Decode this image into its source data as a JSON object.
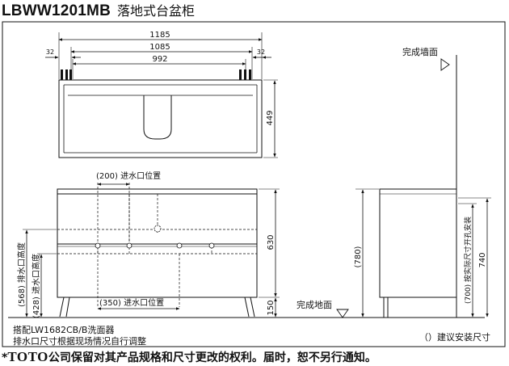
{
  "title": {
    "model": "LBWW1201MB",
    "name": "落地式台盆柜"
  },
  "dims": {
    "total_width": "1185",
    "inner_width": "1085",
    "basin_width": "992",
    "side_left": "32",
    "side_right": "32",
    "depth": "449",
    "height_body": "630",
    "height_leg": "150",
    "height_total": "(780)",
    "inlet_spacing_top": "(200) 进水口位置",
    "inlet_spacing_bottom": "(350) 进水口位置",
    "drain_height": "(568) 排水口高度",
    "inlet_height": "(428) 进水口高度",
    "install_hole_height": "(700) 按实际尺寸开孔安装",
    "install_hole_dim": "740"
  },
  "labels": {
    "wall": "完成墙面",
    "floor": "完成地面",
    "note1": "搭配LW1682CB/B洗面器",
    "note2": "排水口尺寸根据现场情况自行调整",
    "legend": "（）建议安装尺寸"
  },
  "footer": {
    "star": "*",
    "brand": "TOTO",
    "text": "公司保留对其产品规格和尺寸更改的权利。届时，恕不另行通知。"
  }
}
